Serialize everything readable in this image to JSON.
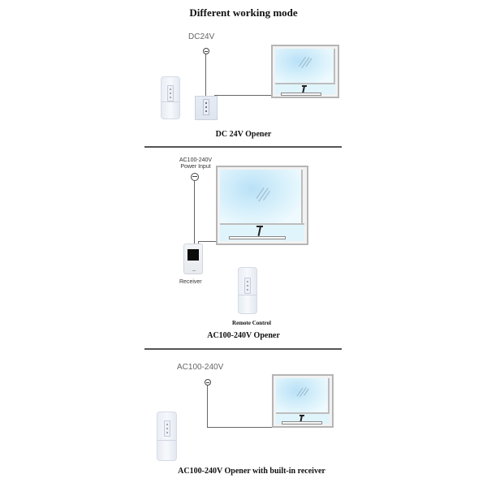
{
  "title": "Different working mode",
  "sections": [
    {
      "id": "dc24v",
      "power_label": "DC24V",
      "caption": "DC 24V Opener",
      "components": [
        "remote-control",
        "wall-switch",
        "power-symbol",
        "window-with-actuator"
      ]
    },
    {
      "id": "ac-external",
      "power_label_line1": "AC100-240V",
      "power_label_line2": "Power Input",
      "receiver_label": "Receiver",
      "remote_label": "Remote Control",
      "caption": "AC100-240V Opener",
      "components": [
        "power-symbol",
        "receiver",
        "remote-control",
        "window-with-actuator"
      ]
    },
    {
      "id": "ac-builtin",
      "power_label": "AC100-240V",
      "caption": "AC100-240V Opener with built-in receiver",
      "components": [
        "power-symbol",
        "remote-control",
        "window-with-actuator"
      ]
    }
  ],
  "colors": {
    "divider": "#555555",
    "wire": "#666666",
    "window_frame": "#b5b5b5",
    "glass": "#b9e1f7"
  }
}
